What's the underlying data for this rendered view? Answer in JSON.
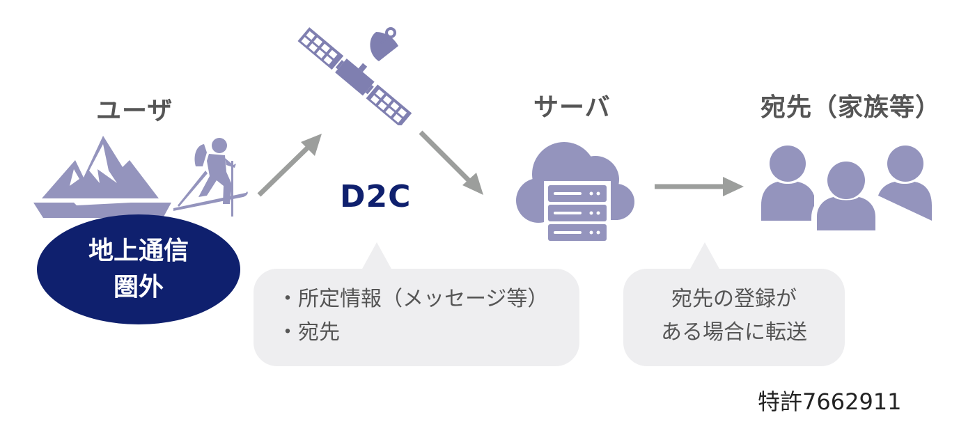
{
  "colors": {
    "icon": "#9494bd",
    "icon_satellite": "#7f7fb0",
    "arrow": "#9c9e9c",
    "navy": "#0f206e",
    "bubble_bg": "#eeeef0",
    "title_text": "#555555"
  },
  "nodes": {
    "user": {
      "title": "ユーザ",
      "icons": [
        "mountain-icon",
        "skier-icon"
      ]
    },
    "satellite": {
      "icon": "satellite-icon"
    },
    "server": {
      "title": "サーバ",
      "icon": "cloud-server-icon"
    },
    "recipient": {
      "title": "宛先（家族等）",
      "icon": "people-group-icon"
    }
  },
  "out_of_range": {
    "line1": "地上通信",
    "line2": "圏外"
  },
  "link_label": "D2C",
  "bubbles": {
    "d2c_contents": {
      "items": [
        "・所定情報（メッセージ等）",
        "・宛先"
      ]
    },
    "forward_condition": {
      "line1": "宛先の登録が",
      "line2": "ある場合に転送"
    }
  },
  "patent": "特許7662911"
}
